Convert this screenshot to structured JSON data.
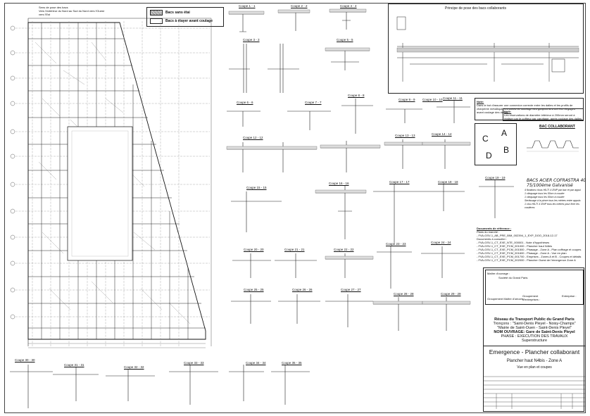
{
  "plan": {
    "header_lines": [
      "Sens de pose des bacs",
      "Vers l'extérieur du Nord au Sud du Nord vers l'Ouest vers l'Est"
    ],
    "legend": [
      {
        "label": "Bacs sans étai"
      },
      {
        "label": "Bacs à étayer avant coulage"
      }
    ]
  },
  "sections": [
    "Coupe 1 - 1",
    "Coupe 2 - 2",
    "Coupe 4 - 4",
    "Coupe 3 - 3",
    "Coupe 5 - 5",
    "Coupe 6 - 6",
    "Coupe 7 - 7",
    "Coupe 8 - 8",
    "Coupe 9 - 9",
    "Coupe 10 - 10",
    "Coupe 11 - 11",
    "Coupe 12 - 12",
    "Coupe 13 - 13",
    "Coupe 14 - 14",
    "Coupe 15 - 15",
    "Coupe 16 - 16",
    "Coupe 17 - 17",
    "Coupe 18 - 18",
    "Coupe 19 - 19",
    "Coupe 20 - 20",
    "Coupe 21 - 21",
    "Coupe 22 - 22",
    "Coupe 23 - 23",
    "Coupe 24 - 24",
    "Coupe 25 - 25",
    "Coupe 26 - 26",
    "Coupe 27 - 27",
    "Coupe 28 - 28",
    "Coupe 29 - 29",
    "Coupe 30 - 30",
    "Coupe 31 - 31",
    "Coupe 32 - 32",
    "Coupe 33 - 33",
    "Coupe 34 - 34",
    "Coupe 35 - 35"
  ],
  "principle": {
    "title": "Principe de pose des bacs collaborants"
  },
  "note": {
    "heading": "Note:",
    "text": "Dans le but d'assurer une connexion correcte entre les dalles et les profils de charpente métallique, les points de soudage des goujons devront être dégagés avant coulage des dalles.",
    "note2_heading": "Note:",
    "note2_text": "Les réservations de diamètre inférieur à 200mm seront à réaliser par le coffreur par carottage, après coulage des dalles"
  },
  "bac": {
    "title": "BAC COLLABORANT",
    "detail_letters": [
      "A",
      "B",
      "C",
      "D"
    ],
    "product_lines": [
      "BACS ACIER COFRASTRA 40",
      "75/100ème Galvanisé"
    ],
    "notes": [
      "4 fixations clous HILTI X-ENP par bac et par appui",
      "1 clinquage tous les 50cm à coudre",
      "1 clinquage tous les 50cm à coudre",
      "Sertissage à la pince tous les mètres entre appuis",
      "1 clou HILTI X-ENP tous les mètres pour fixer les costières"
    ]
  },
  "references": {
    "heading": "Documents de référence :",
    "lines": [
      "Plans du marché :",
      "- FVA-GSV-1_AB_PRE_BIM_002394_1_EXP_DOO_2018-12-17",
      "Documents à consulter :",
      "- FVA-GSV-1_CT_EXE_NTE_000001 - Note d'hypothèses",
      "- FVA-GSV-1_CT_EXE_PCM_001000 - Plancher haut N4bis",
      "- FVA-GSV-1_CT_EXE_PCM_001500 - Phasage - Zone A - Plan coffrage et coupes",
      "- FVA-GSV-1_CT_EXE_PCM_001600 - Phasage - Zone A - Vue en plan",
      "- FVA-GSV-1_CT_EXE_PCM_001700 - Emprises - Zones A et B - Coupes et détails",
      "- FVA-GSV-1_CT_EXE_PCM_002000 - Plancher Ouest de l'émergence Zone A"
    ]
  },
  "title_block": {
    "top_labels": [
      "Maître d'ouvrage :",
      "Société du Grand Paris",
      "Groupement Maître d'oeuvre :",
      "Groupement d'entreprises :",
      "Entreprise :"
    ],
    "network": "Réseau du Transport Public du Grand Paris",
    "section_line": "Tronçons : \"Saint-Denis Pleyel - Noisy-Champs\"",
    "mairie": "\"Mairie de Saint-Ouen - Saint-Denis Pleyel\"",
    "ouvrage": "NOM OUVRAGE: Gare de Saint-Denis Pleyel",
    "phase": "PHASE : EXECUTION DES TRAVAUX",
    "subphase": "Superstructure",
    "main_title": "Emergence - Plancher collaborant",
    "subtitle": "Plancher haut N4bis - Zone A",
    "view": "Vue en plan et coupes"
  }
}
